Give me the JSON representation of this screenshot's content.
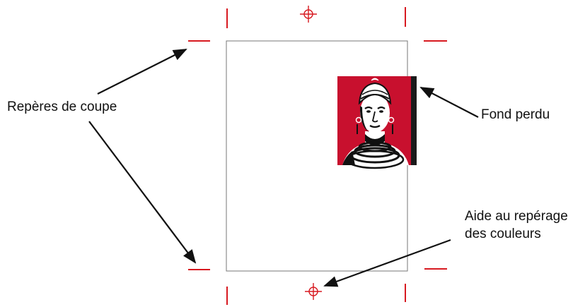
{
  "labels": {
    "crop_marks": "Repères de coupe",
    "bleed": "Fond perdu",
    "registration_line1": "Aide au repérage",
    "registration_line2": "des couleurs"
  },
  "colors": {
    "marks": "#d71920",
    "image_background": "#c8102e",
    "page_border": "#777777",
    "arrows": "#111111",
    "bleed_strip": "#1a1a1a"
  },
  "image": {
    "description_icon": "portrait-woman-headdress-necklace-icon"
  }
}
